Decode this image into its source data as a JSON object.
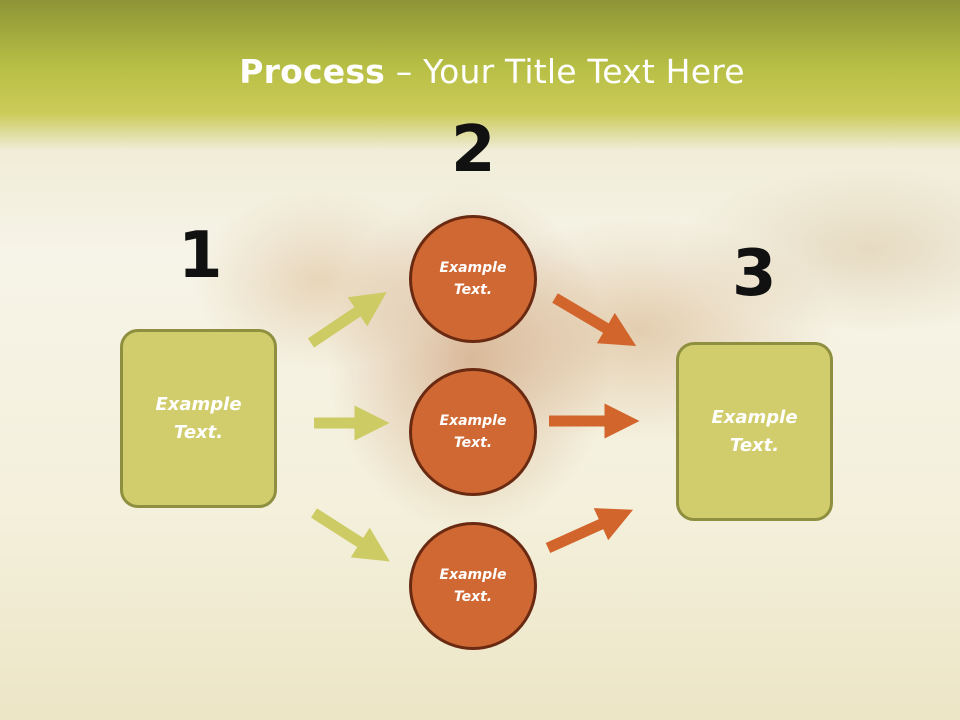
{
  "title": {
    "bold": "Process",
    "rest": " – Your Title Text Here"
  },
  "steps": {
    "one": "1",
    "two": "2",
    "three": "3"
  },
  "left_box": {
    "line1": "Example",
    "line2": "Text."
  },
  "right_box": {
    "line1": "Example",
    "line2": "Text."
  },
  "circles": [
    {
      "line1": "Example",
      "line2": "Text."
    },
    {
      "line1": "Example",
      "line2": "Text."
    },
    {
      "line1": "Example",
      "line2": "Text."
    }
  ],
  "colors": {
    "title_band": "#b8bf45",
    "box_fill": "#d1cd6c",
    "box_border": "#8e9040",
    "circle_fill": "#cf6833",
    "circle_border": "#6a2a12",
    "arrow_green": "#cdcb63",
    "arrow_orange": "#d1652b"
  }
}
